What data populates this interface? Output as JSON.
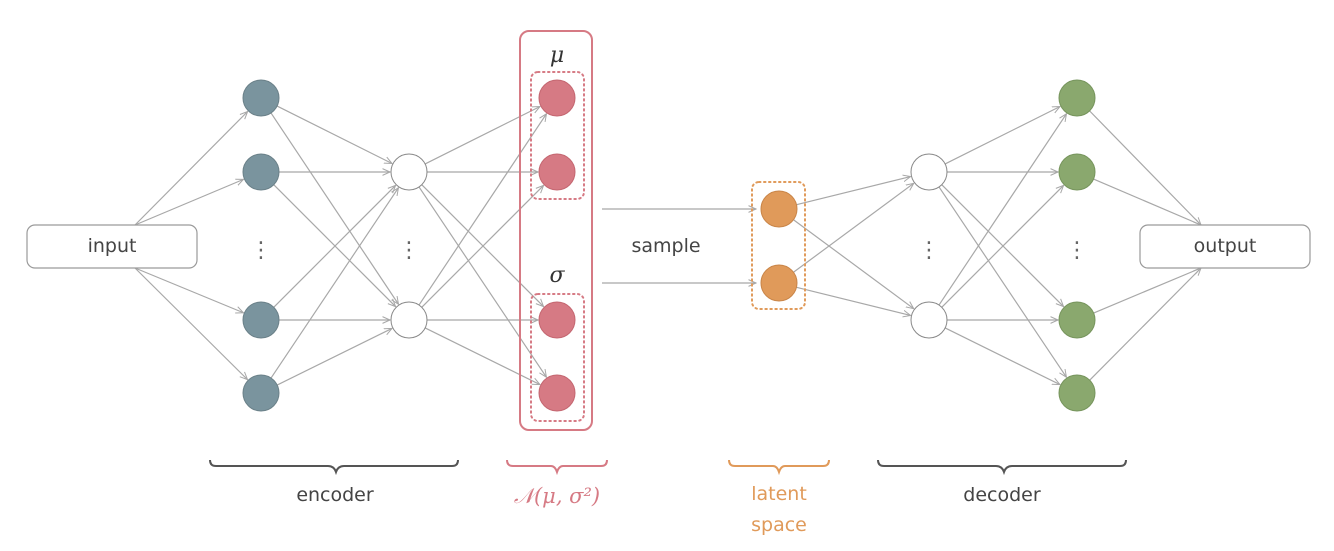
{
  "boxes": {
    "input": "input",
    "output": "output",
    "sample": "sample"
  },
  "symbols": {
    "mu": "μ",
    "sigma": "σ",
    "dots": "⋮"
  },
  "brackets": {
    "encoder": "encoder",
    "distribution": "𝒩(μ, σ²)",
    "latent_line1": "latent",
    "latent_line2": "space",
    "decoder": "decoder"
  },
  "colors": {
    "encoder_node": "#7a949e",
    "distribution_node": "#d67a84",
    "latent_node": "#e09a5a",
    "decoder_node": "#8aa86e",
    "edge": "#a8a8a8",
    "brace_dark": "#555555",
    "brace_red": "#d67a84",
    "brace_orange": "#e09a5a"
  }
}
